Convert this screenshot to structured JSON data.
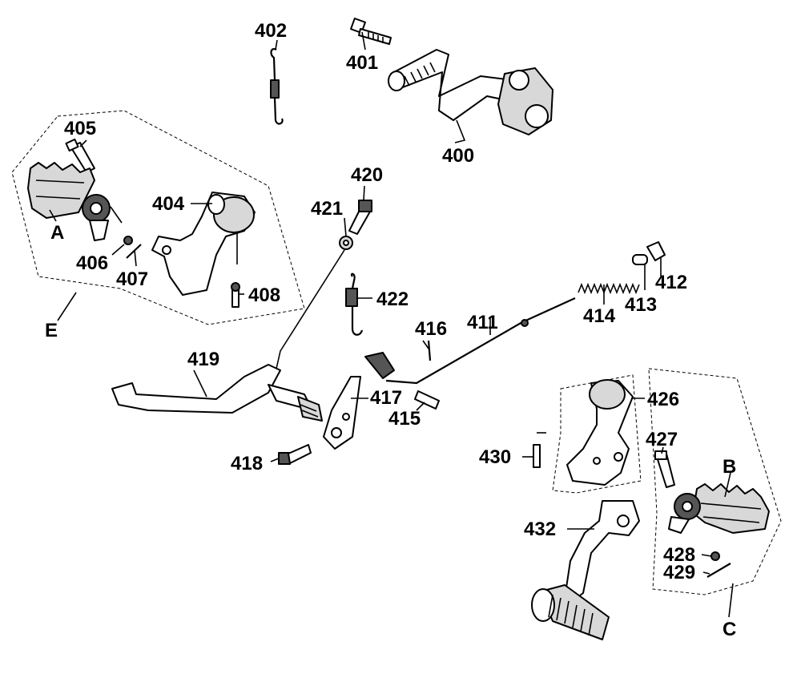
{
  "labels": {
    "p400": "400",
    "p401": "401",
    "p402": "402",
    "p404": "404",
    "p405": "405",
    "p406": "406",
    "p407": "407",
    "p408": "408",
    "p411": "411",
    "p412": "412",
    "p413": "413",
    "p414": "414",
    "p415": "415",
    "p416": "416",
    "p417": "417",
    "p418": "418",
    "p419": "419",
    "p420": "420",
    "p421": "421",
    "p422": "422",
    "p426": "426",
    "p427": "427",
    "p428": "428",
    "p429": "429",
    "p430": "430",
    "p432": "432",
    "gA": "A",
    "gB": "B",
    "gC": "C",
    "gE": "E"
  }
}
